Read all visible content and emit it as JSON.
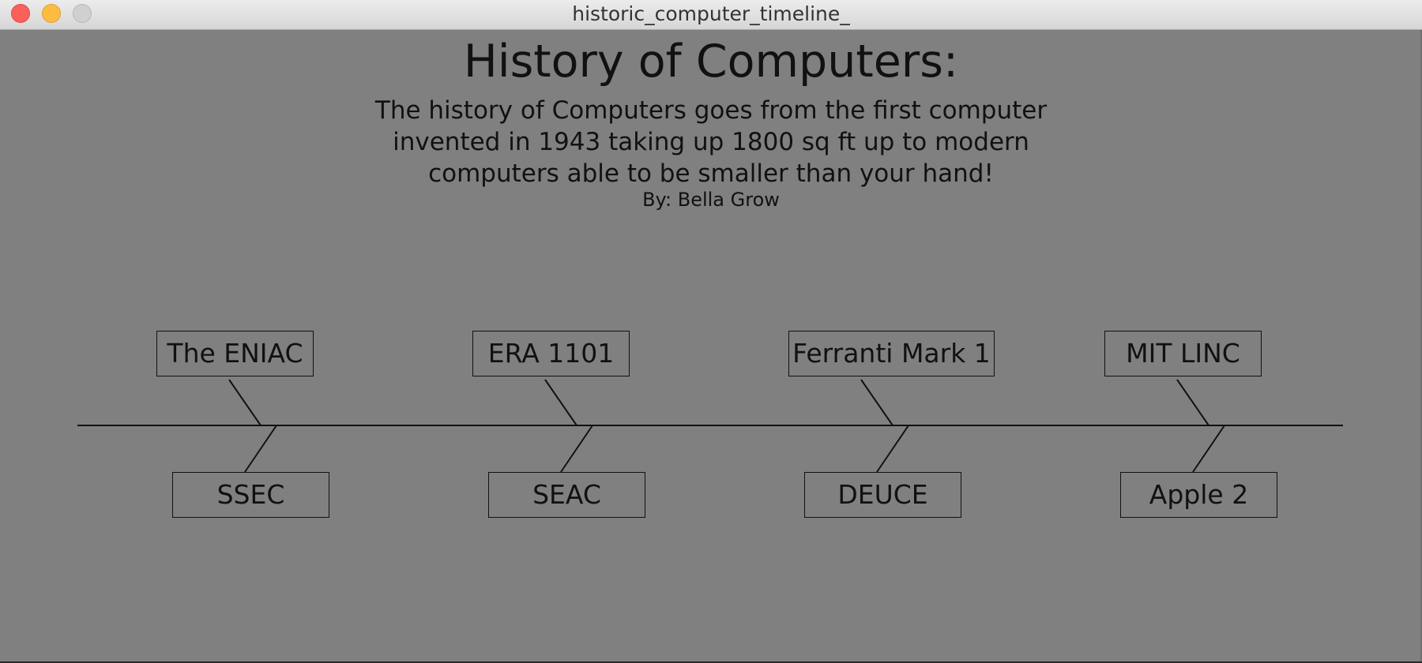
{
  "window": {
    "title": "historic_computer_timeline_"
  },
  "heading": "History of Computers:",
  "description": [
    "The history of Computers goes from the first computer",
    "invented in 1943 taking up 1800 sq ft up to modern",
    "computers able to be smaller than your hand!"
  ],
  "byline": "By: Bella Grow",
  "timeline": {
    "top": [
      "The ENIAC",
      "ERA 1101",
      "Ferranti Mark 1",
      "MIT LINC"
    ],
    "bottom": [
      "SSEC",
      "SEAC",
      "DEUCE",
      "Apple 2"
    ]
  },
  "colors": {
    "background": "#808080",
    "text": "#111111",
    "line": "#111111"
  }
}
